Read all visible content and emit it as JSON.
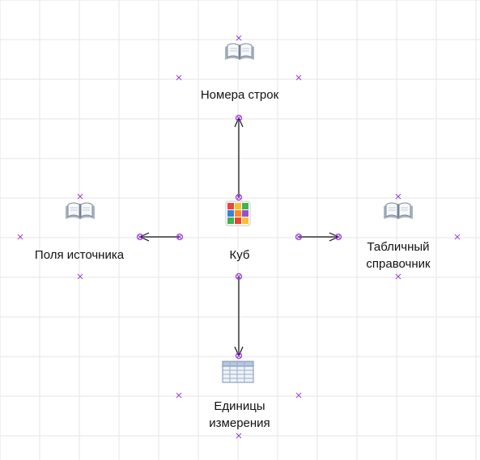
{
  "colors": {
    "grid": "#e6e6e6",
    "connector": "#111111",
    "handle": "#9a3fe0",
    "book_cover": "#a9b4c2",
    "book_page": "#f7f9fb",
    "cube": [
      "#e8453c",
      "#f7c12b",
      "#3fb34f",
      "#3b7fd6",
      "#9a4fc9",
      "#ff8a1f"
    ]
  },
  "nodes": [
    {
      "id": "cube",
      "label": "Куб",
      "icon": "rubik-cube-icon"
    },
    {
      "id": "row_numbers",
      "label": "Номера строк",
      "icon": "book-icon"
    },
    {
      "id": "source_fields",
      "label": "Поля источника",
      "icon": "book-icon"
    },
    {
      "id": "table_dictionary",
      "label": "Табличный\nсправочник",
      "icon": "book-icon"
    },
    {
      "id": "units",
      "label": "Единицы\nизмерения",
      "icon": "table-icon"
    }
  ],
  "edges": [
    {
      "from": "cube",
      "to": "row_numbers"
    },
    {
      "from": "cube",
      "to": "source_fields"
    },
    {
      "from": "cube",
      "to": "table_dictionary"
    },
    {
      "from": "cube",
      "to": "units"
    }
  ]
}
